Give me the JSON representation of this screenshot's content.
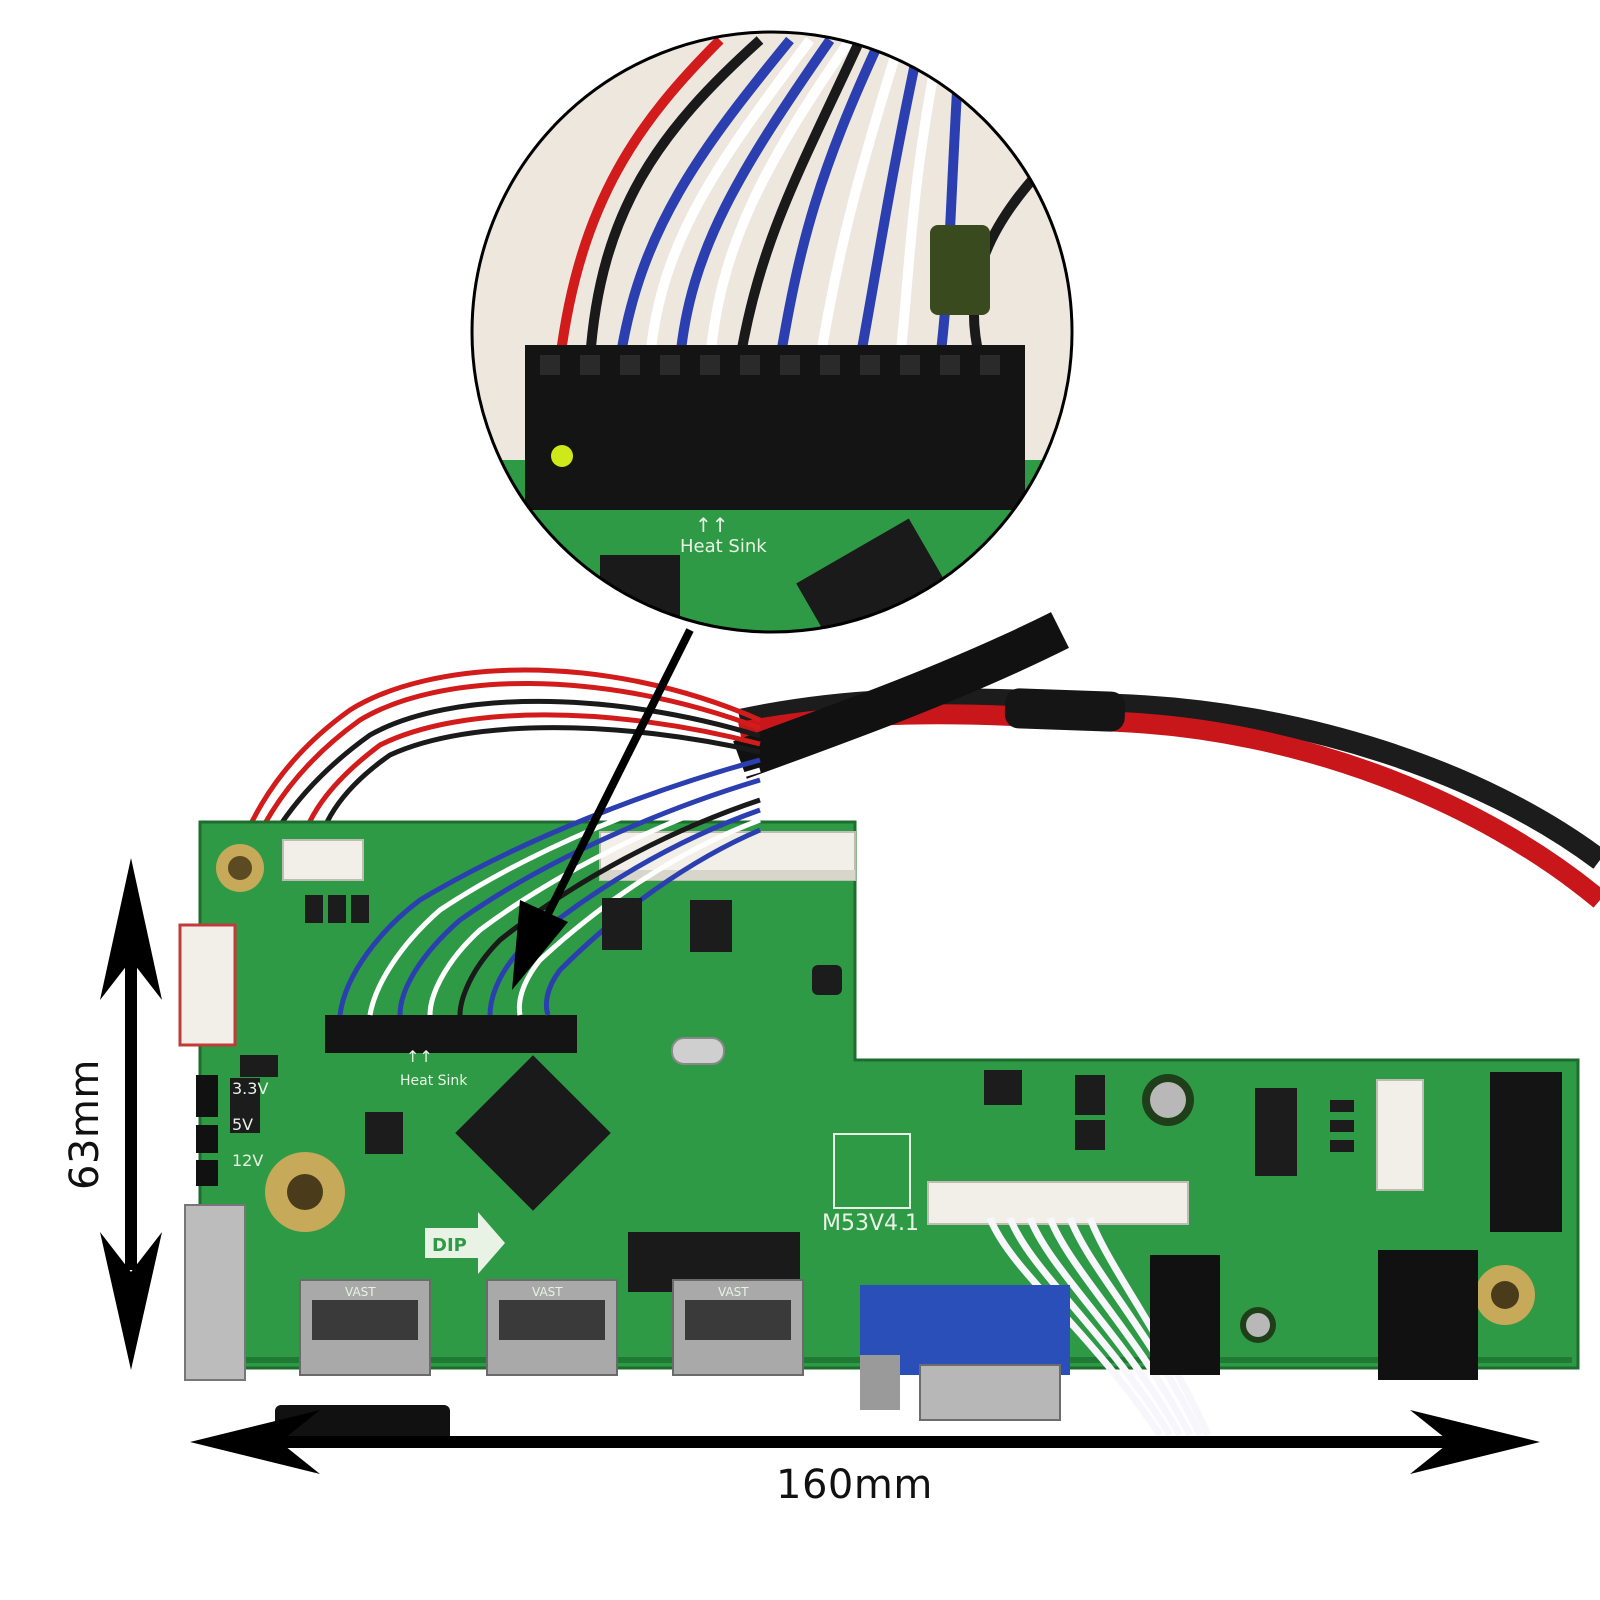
{
  "dimensions": {
    "height": "63mm",
    "width": "160mm"
  },
  "board": {
    "model": "M53V4.1",
    "dip_label": "DIP",
    "heat_sink_label": "Heat Sink",
    "voltage_labels": [
      "3.3V",
      "5V",
      "12V"
    ],
    "port_brand": "VAST"
  },
  "colors": {
    "pcb": "#2f9a45",
    "pcb_dark": "#227a35",
    "connector_black": "#141414",
    "connector_white": "#f1efe8",
    "wire_red": "#d21c1c",
    "wire_blue": "#2b3fb0",
    "vga_blue": "#2a4fb8",
    "arrow": "#000000"
  },
  "icons": [
    "arrow-down-icon",
    "double-arrow-vertical-icon",
    "double-arrow-horizontal-icon"
  ]
}
